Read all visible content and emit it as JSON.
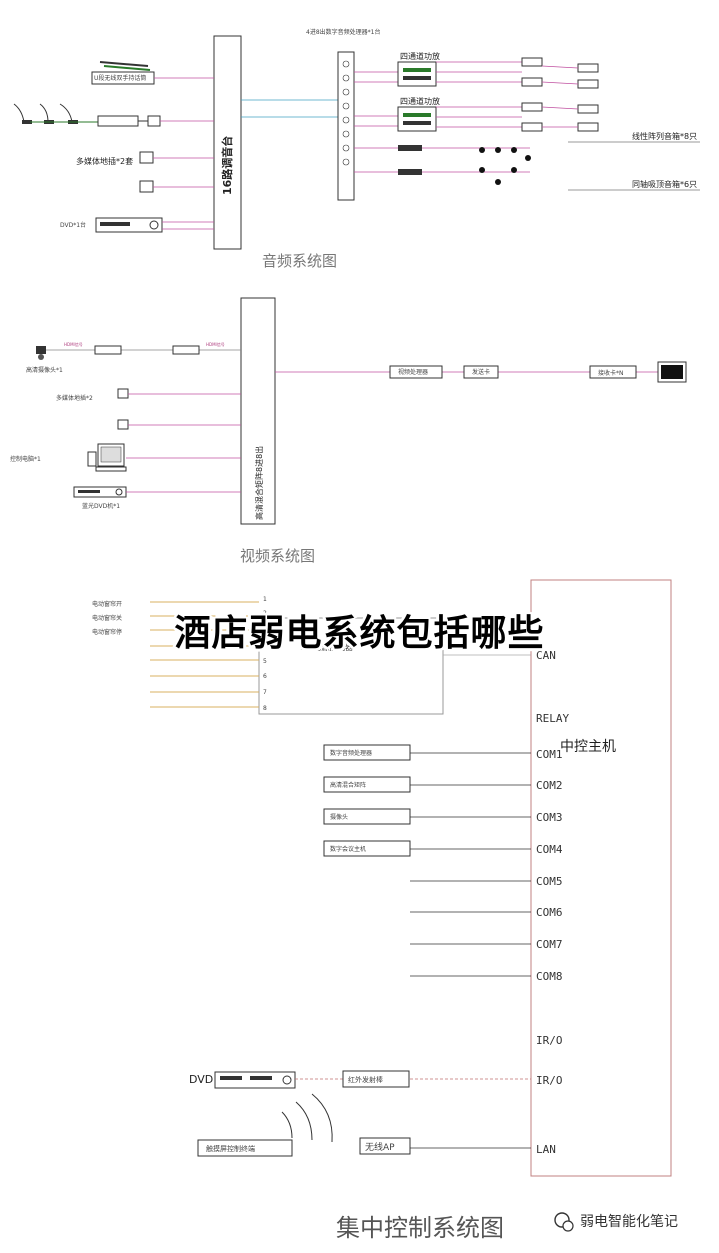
{
  "title": "酒店弱电系统包括哪些",
  "watermark": "弱电智能化笔记",
  "audio": {
    "caption": "音频系统图",
    "mixer": "16路调音台",
    "processor": "4进8出数字音频处理器*1台",
    "amp1": "四通道功放",
    "amp2": "四通道功放",
    "mic": "U段无线双手持话筒",
    "multimedia": "多媒体地插*2套",
    "dvd": "DVD*1台",
    "line_array": "线性阵列音箱*8只",
    "coaxial": "同轴吸顶音箱*6只"
  },
  "video": {
    "caption": "视频系统图",
    "matrix": "高清混合矩阵8进8出",
    "camera": "高清摄像头*1",
    "multimedia": "多媒体地插*2",
    "pc": "控制电脑*1",
    "dvd": "蓝光DVD机*1",
    "processor": "视频处理器",
    "card": "发送卡",
    "receiver": "接收卡*N",
    "hdmi1": "HDMI信号",
    "hdmi2": "HDMI信号"
  },
  "control": {
    "caption": "集中控制系统图",
    "host": "中控主机",
    "power": "8路电源控制器",
    "power_labels": [
      "电动窗帘开",
      "电动窗帘关",
      "电动窗帘停"
    ],
    "relay_nums": [
      "1",
      "2",
      "3",
      "4",
      "5",
      "6",
      "7",
      "8"
    ],
    "ports": [
      "CAN",
      "RELAY",
      "COM1",
      "COM2",
      "COM3",
      "COM4",
      "COM5",
      "COM6",
      "COM7",
      "COM8",
      "IR/O",
      "IR/O",
      "LAN"
    ],
    "com_devices": [
      "数字音频处理器",
      "高清混合矩阵",
      "摄像头",
      "数字会议主机"
    ],
    "dvd": "DVD",
    "ir": "红外发射棒",
    "ap": "无线AP",
    "touch": "触摸屏控制终端"
  }
}
